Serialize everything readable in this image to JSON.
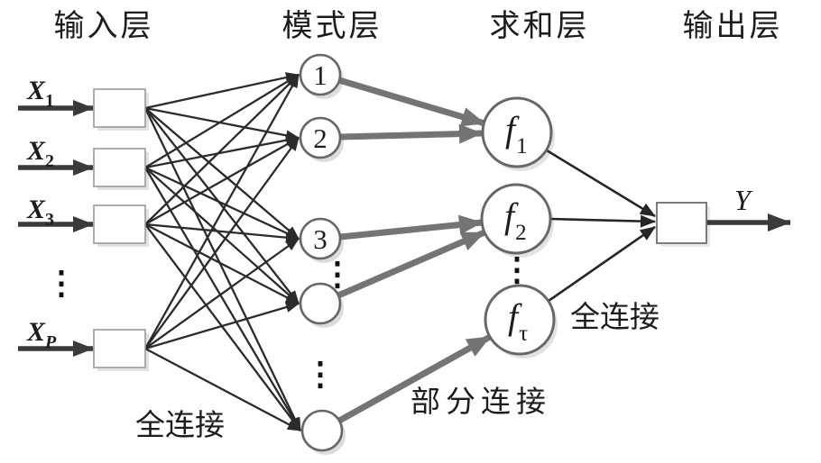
{
  "figure": {
    "layers": [
      {
        "title": "输入层"
      },
      {
        "title": "模式层"
      },
      {
        "title": "求和层"
      },
      {
        "title": "输出层"
      }
    ],
    "input_nodes": [
      {
        "label_main": "X",
        "label_sub": "1"
      },
      {
        "label_main": "X",
        "label_sub": "2"
      },
      {
        "label_main": "X",
        "label_sub": "3"
      },
      {
        "label_main": "X",
        "label_sub": "P"
      }
    ],
    "pattern_nodes": [
      {
        "label": "1"
      },
      {
        "label": "2"
      },
      {
        "label": "3"
      },
      {
        "label": ""
      },
      {
        "label": ""
      }
    ],
    "summation_nodes": [
      {
        "label_main": "f",
        "label_sub": "1"
      },
      {
        "label_main": "f",
        "label_sub": "2"
      },
      {
        "label_main": "f",
        "label_sub": "τ"
      }
    ],
    "output_label": "Y",
    "annotations": {
      "full_connection_lower": "全连接",
      "partial_connection": "部分连接",
      "full_connection_right": "全连接"
    },
    "ellipsis": "⋮"
  },
  "colors": {
    "thin_line": "#2b2b2b",
    "thick_arrow": "#3a3a3a",
    "gray_arrow": "#747474",
    "node_stroke": "#676767",
    "box_stroke": "#9a9a9a",
    "shadow": "#dcdcdc",
    "text": "#1c1c1c"
  }
}
